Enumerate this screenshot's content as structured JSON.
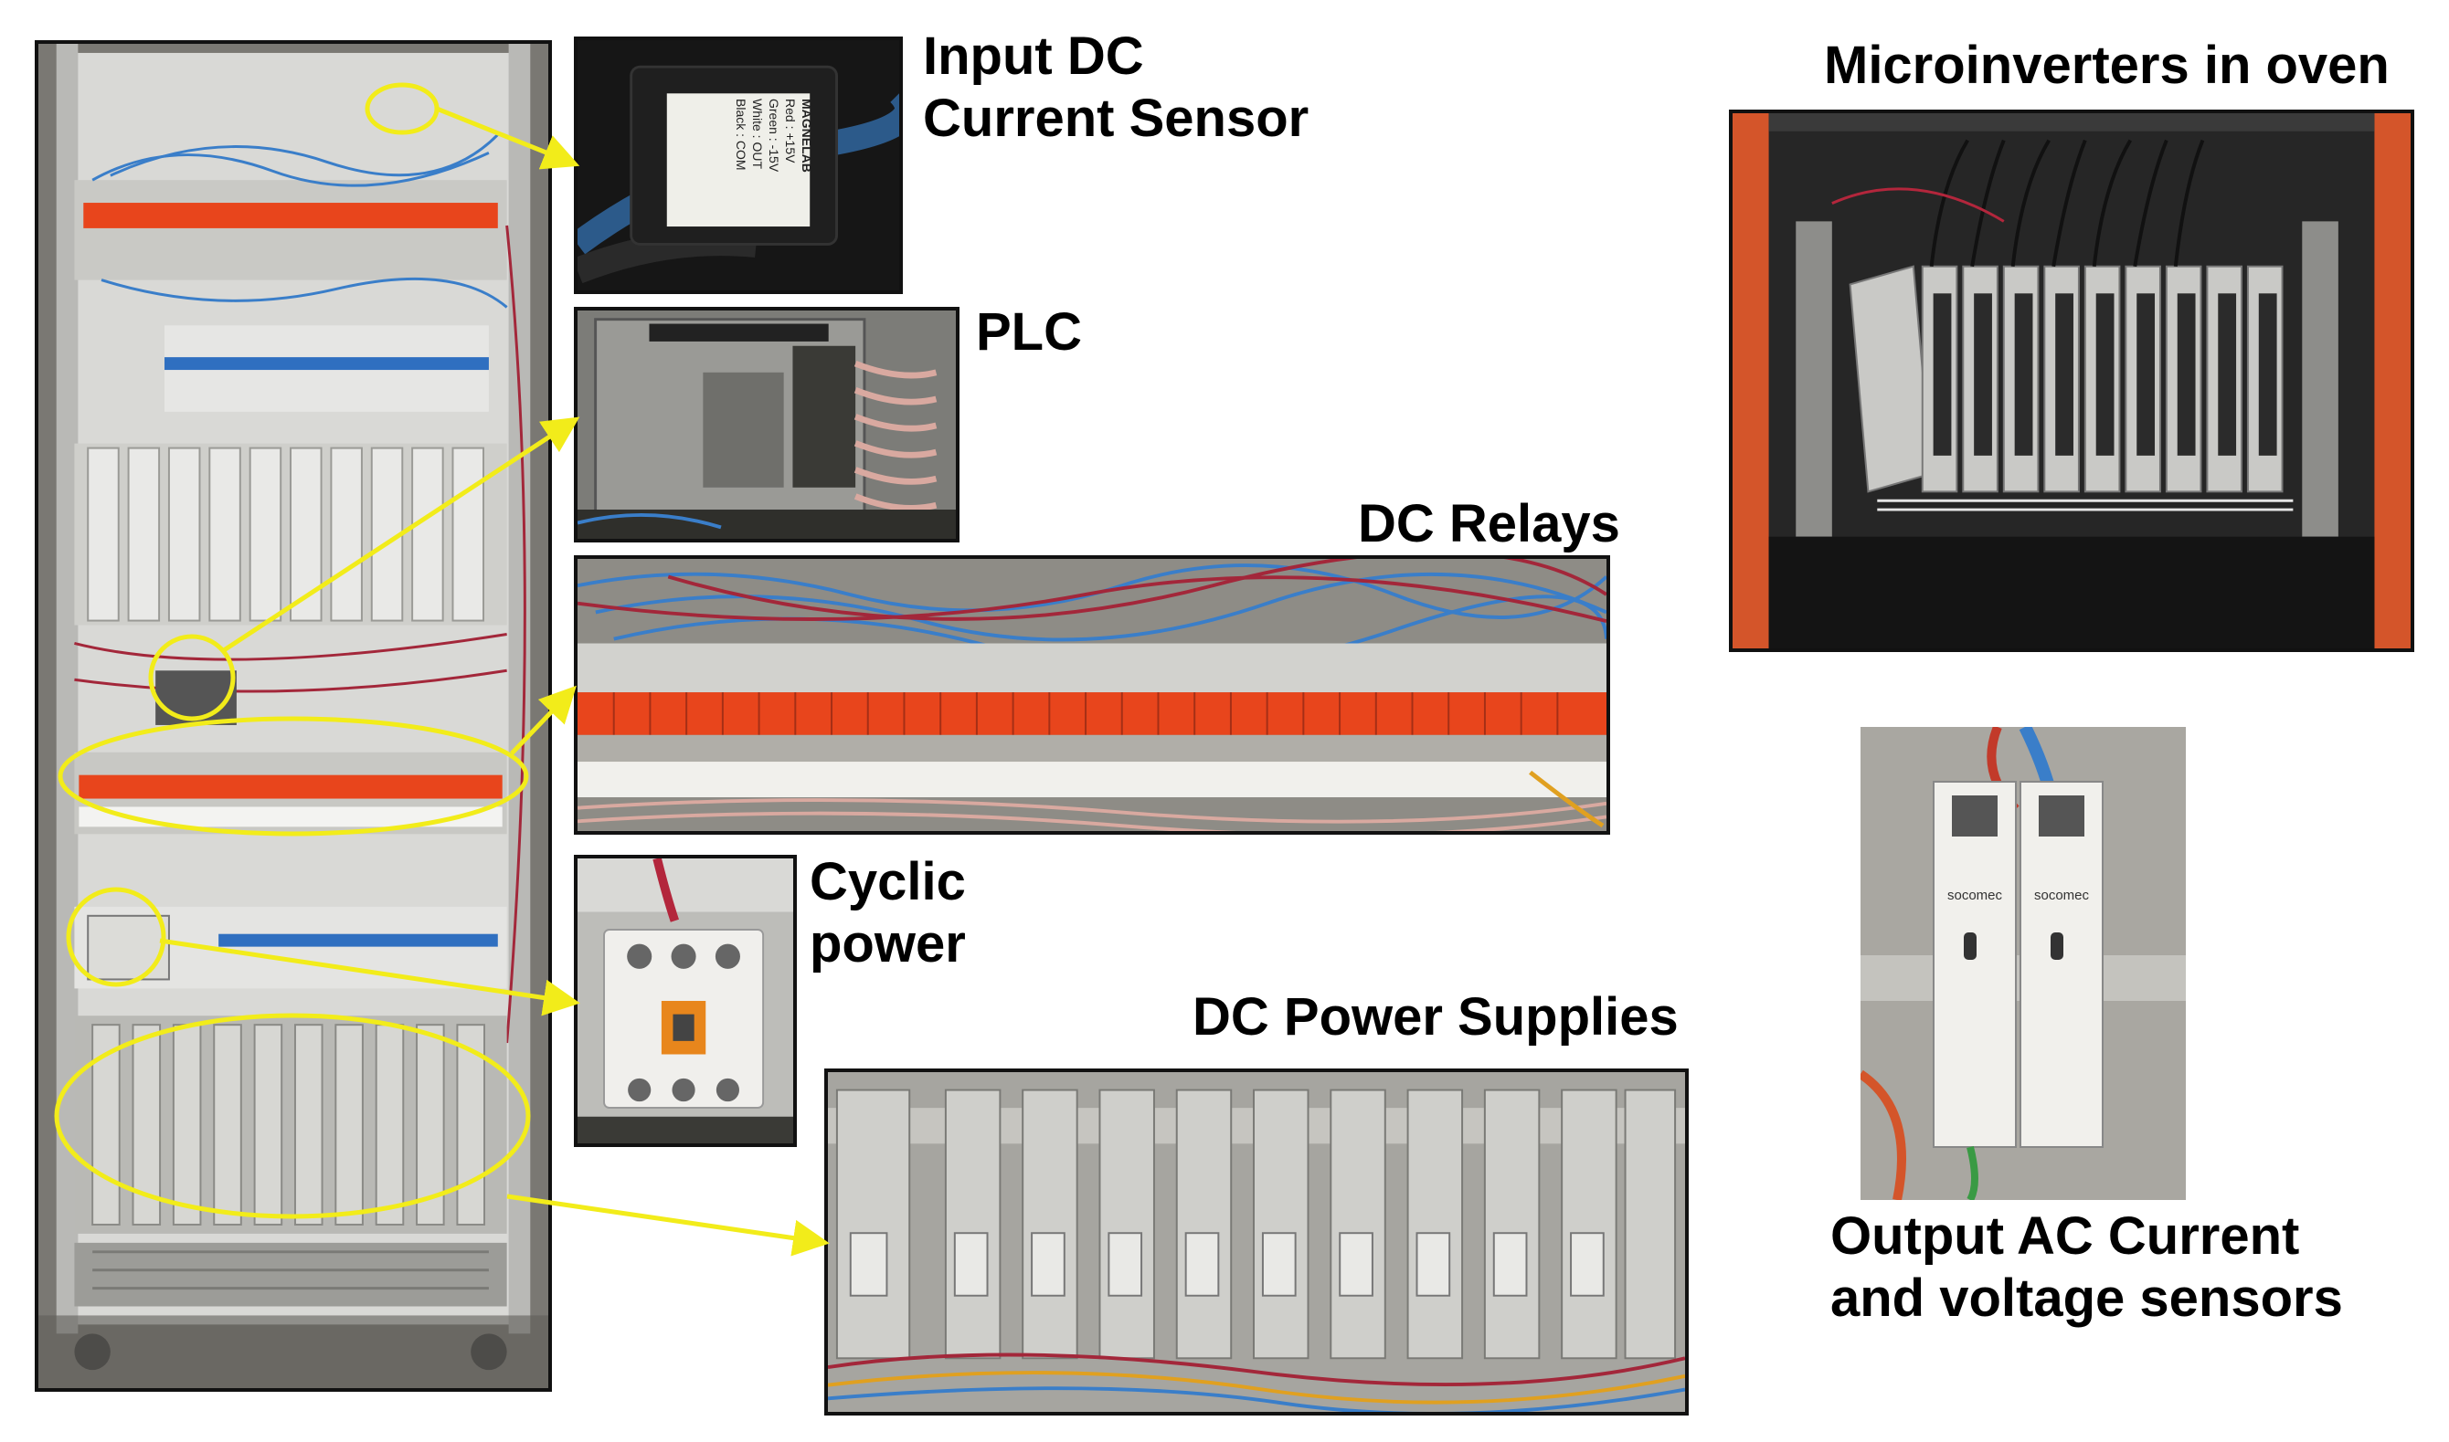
{
  "labels": {
    "input_dc_line1": "Input DC",
    "input_dc_line2": "Current Sensor",
    "plc": "PLC",
    "dc_relays": "DC Relays",
    "cyclic_line1": "Cyclic",
    "cyclic_line2": "power",
    "dc_power_supplies": "DC Power Supplies",
    "microinverters": "Microinverters in oven",
    "output_line1": "Output AC Current",
    "output_line2": "and voltage sensors"
  },
  "sensor_label_text": [
    "MAGNELAB",
    "Red : +15V",
    "Green : -15V",
    "White : OUT",
    "Black : COM"
  ],
  "ac_sensor_brand": [
    "socomec",
    "socomec"
  ],
  "colors": {
    "callout_yellow": "#f2ec1a",
    "relay_orange": "#e8451c",
    "wire_blue": "#3a7ec9",
    "wire_red": "#a3273a",
    "oven_frame": "#d4552a",
    "panel_border": "#111111"
  }
}
